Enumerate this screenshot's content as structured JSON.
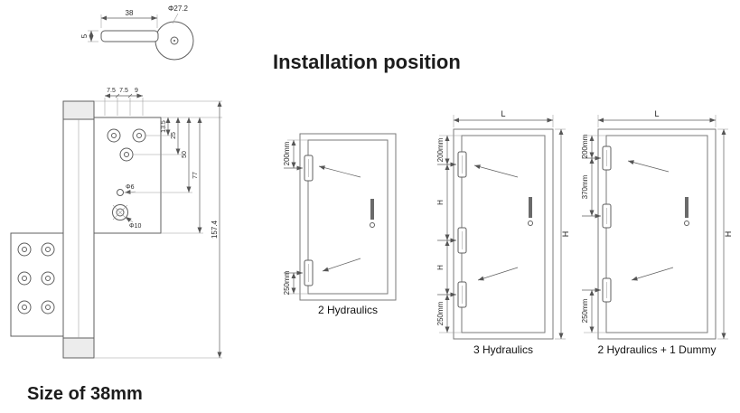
{
  "title": "Installation position",
  "footer": "Size of 38mm",
  "hinge": {
    "top_view": {
      "width": "38",
      "thickness": "5",
      "diameter": "Φ27.2"
    },
    "front_view": {
      "pitch1": "7.5",
      "pitch2": "7.5",
      "pitch3": "9",
      "v1": "13.5",
      "v2": "25",
      "v3": "50",
      "v4": "77",
      "total": "157.4",
      "hole_small": "Φ6",
      "hole_large": "Φ10"
    }
  },
  "doors": [
    {
      "caption": "2 Hydraulics",
      "top": "200mm",
      "bottom": "250mm"
    },
    {
      "caption": "3 Hydraulics",
      "width": "L",
      "top": "200mm",
      "mid_upper": "H",
      "mid_lower": "H",
      "bottom": "250mm",
      "height": "H"
    },
    {
      "caption": "2 Hydraulics + 1 Dummy",
      "width": "L",
      "top": "200mm",
      "second": "370mm",
      "bottom": "250mm",
      "height": "H"
    }
  ]
}
